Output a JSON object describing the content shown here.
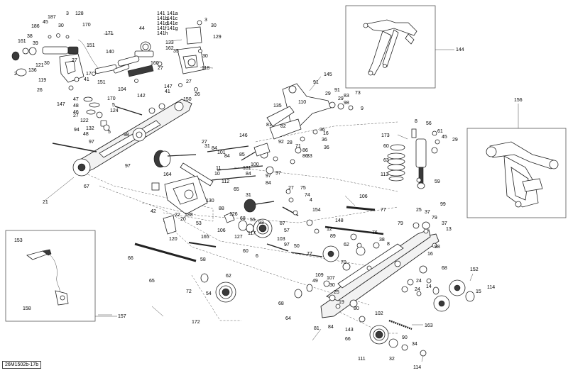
{
  "diagram_code": "26M1502b-17b",
  "callouts": {
    "t1": "3",
    "t2": "187",
    "t3": "128",
    "t4": "186",
    "t5": "45",
    "t6": "30",
    "t7": "170",
    "t8": "38",
    "t9": "171",
    "t10": "161",
    "t11": "39",
    "t12": "151",
    "t13": "140",
    "t14": "2",
    "t15": "136",
    "t16": "121",
    "t17": "30",
    "t18": "27",
    "t19": "119",
    "t20": "17",
    "t21": "26",
    "t22": "104",
    "t23": "41",
    "t24": "151",
    "t25": "141",
    "t26": "141a",
    "t27": "141b",
    "t28": "141c",
    "t29": "141d",
    "t30": "141e",
    "t31": "141f",
    "t32": "141g",
    "t33": "141h",
    "t34": "44",
    "t35": "30",
    "t36": "129",
    "t37": "133",
    "t38": "162",
    "t39": "35",
    "t40": "3",
    "t41": "30",
    "t42": "160",
    "t43": "27",
    "t44": "118",
    "t45": "147",
    "t46": "27",
    "t47": "41",
    "t48": "26",
    "t49": "150",
    "t50": "147",
    "t51": "142",
    "t52": "170",
    "t53": "5",
    "t54": "47",
    "t55": "48",
    "t56": "124",
    "t57": "46",
    "t58": "122",
    "t59": "132",
    "t60": "5",
    "t61": "48",
    "t62": "27",
    "t63": "94",
    "t64": "98",
    "t65": "97",
    "t66": "21",
    "t67": "67",
    "t68": "97",
    "t69": "145",
    "t70": "91",
    "t71": "29",
    "t72": "83",
    "t73": "73",
    "t74": "135",
    "t75": "110",
    "t76": "98",
    "t77": "9",
    "t78": "81",
    "t79": "36",
    "t80": "146",
    "t81": "82",
    "t82": "16",
    "t83": "36",
    "t84": "92",
    "t85": "28",
    "t86": "71",
    "t87": "33",
    "t88": "86",
    "t89": "101",
    "t90": "84",
    "t91": "27",
    "t92": "31",
    "t93": "84",
    "t94": "85",
    "t95": "100",
    "t96": "97",
    "t97": "164",
    "t98": "11",
    "t99": "131",
    "t100": "97",
    "t101": "10",
    "t102": "84",
    "t103": "84",
    "t104": "112",
    "t105": "27",
    "t106": "75",
    "t107": "74",
    "t108": "4",
    "t109": "130",
    "t110": "88",
    "t111": "65",
    "t112": "31",
    "t113": "42",
    "t114": "22",
    "t115": "188",
    "t116": "20",
    "t117": "53",
    "t118": "126",
    "t119": "120",
    "t120": "165",
    "t121": "106",
    "t122": "127",
    "t123": "60",
    "t124": "117",
    "t125": "68",
    "t126": "55",
    "t127": "93",
    "t128": "87",
    "t129": "103",
    "t130": "57",
    "t131": "97",
    "t132": "154",
    "t133": "50",
    "t134": "66",
    "t135": "58",
    "t136": "6",
    "t137": "65",
    "t138": "72",
    "t139": "54",
    "t140": "62",
    "t141": "172",
    "t142": "106",
    "t143": "77",
    "t144": "148",
    "t145": "12",
    "t146": "89",
    "t147": "62",
    "t148": "76",
    "t149": "38",
    "t150": "8",
    "t151": "79",
    "t152": "77",
    "t153": "70",
    "t154": "109",
    "t155": "49",
    "t156": "107",
    "t157": "30",
    "t158": "68",
    "t159": "25",
    "t160": "19",
    "t161": "64",
    "t162": "81",
    "t163": "84",
    "t164": "143",
    "t165": "80",
    "t166": "102",
    "t167": "111",
    "t168": "66",
    "t169": "32",
    "t170": "90",
    "t171": "34",
    "t172": "114",
    "t173": "163",
    "t174": "173",
    "t175": "60",
    "t176": "63",
    "t177": "113",
    "t178": "59",
    "t179": "56",
    "t180": "61",
    "t181": "45",
    "t182": "29",
    "t183": "8",
    "t184": "156",
    "t185": "144",
    "t186": "25",
    "t187": "37",
    "t188": "99",
    "t189": "37",
    "t190": "13",
    "t191": "98",
    "t192": "16",
    "t193": "68",
    "t194": "24",
    "t195": "14",
    "t196": "152",
    "t197": "114",
    "t198": "15",
    "t199": "153",
    "t200": "158",
    "t201": "157",
    "t202": "86",
    "t203": "91",
    "t204": "29",
    "t205": "36",
    "t206": "24",
    "t207": "79"
  }
}
